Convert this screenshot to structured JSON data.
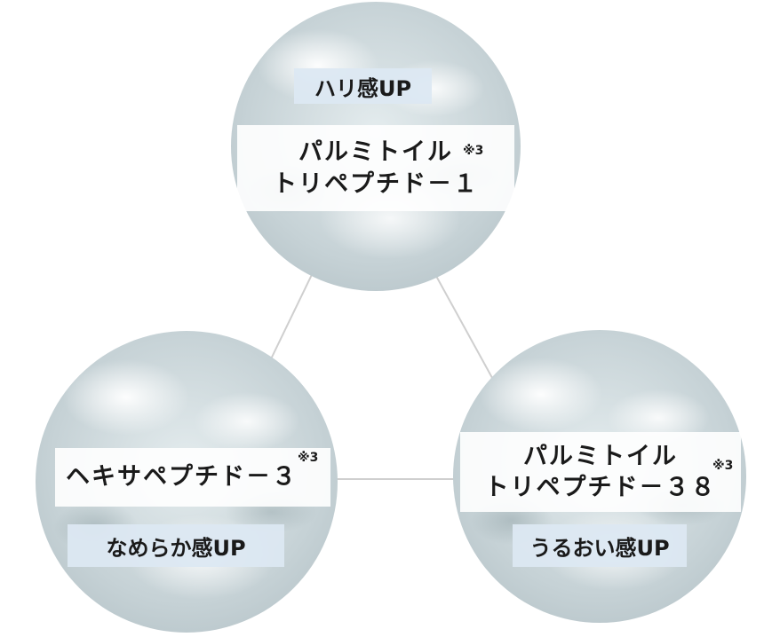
{
  "nodes": {
    "top": {
      "benefit": "ハリ感UP",
      "name_line1": "パルミトイル",
      "name_line2": "トリペプチド－１",
      "note": "※3"
    },
    "left": {
      "benefit": "なめらか感UP",
      "name_line1": "ヘキサペプチド－３",
      "note": "※3"
    },
    "right": {
      "benefit": "うるおい感UP",
      "name_line1": "パルミトイル",
      "name_line2": "トリペプチド－３８",
      "note": "※3"
    }
  },
  "colors": {
    "connector": "#cfcfcf",
    "tag_background": "#dce8f2",
    "label_background": "#ffffff"
  }
}
